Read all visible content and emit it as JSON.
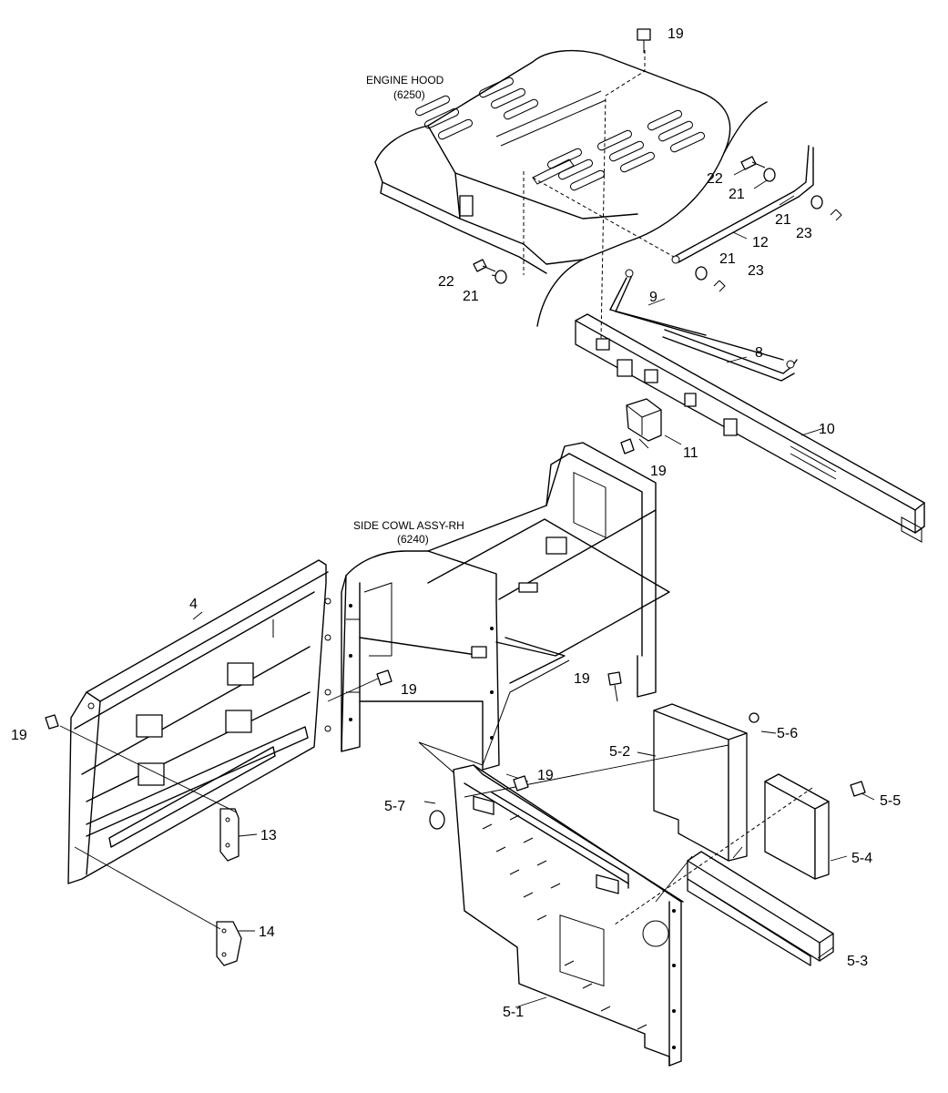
{
  "assemblies": {
    "engine_hood": {
      "name": "ENGINE HOOD",
      "code": "(6250)"
    },
    "side_cowl": {
      "name": "SIDE COWL ASSY-RH",
      "code": "(6240)"
    }
  },
  "callouts": [
    "19",
    "22",
    "21",
    "21",
    "23",
    "12",
    "21",
    "23",
    "22",
    "21",
    "9",
    "8",
    "10",
    "11",
    "19",
    "4",
    "19",
    "19",
    "19",
    "5-6",
    "5-2",
    "19",
    "5-7",
    "5-5",
    "13",
    "5-4",
    "14",
    "5-3",
    "5-1"
  ]
}
